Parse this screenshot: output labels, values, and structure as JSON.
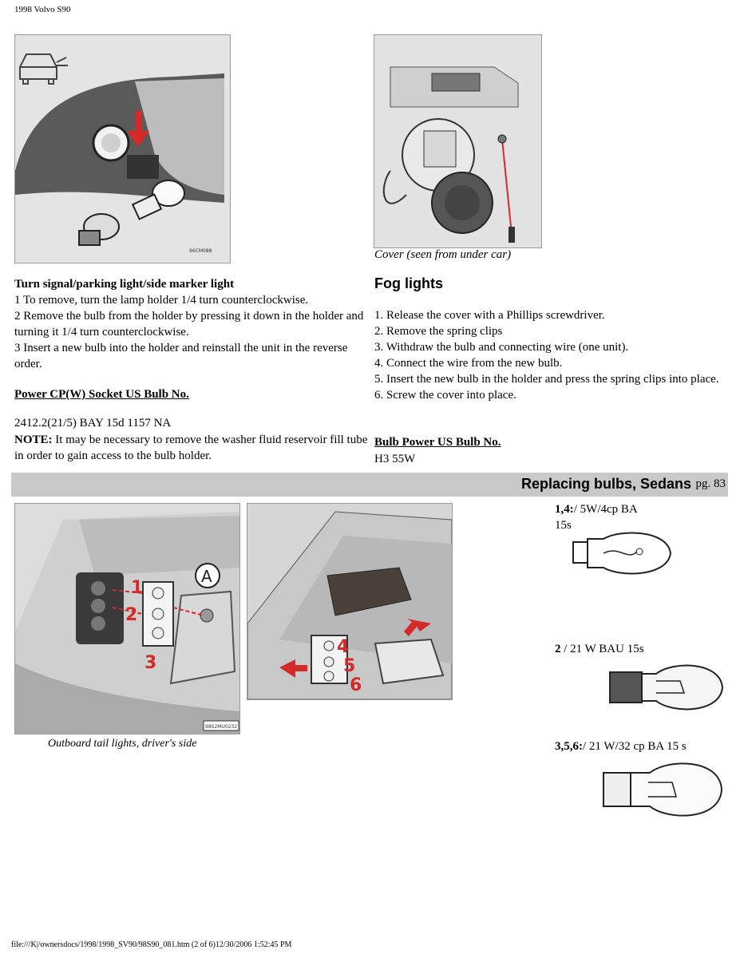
{
  "header": {
    "doc_title": "1998 Volvo S90"
  },
  "footer": {
    "path": "file:///K|/ownersdocs/1998/1998_SV90/98S90_081.htm (2 of 6)12/30/2006 1:52:45 PM"
  },
  "left_section": {
    "image_code": "96CM088",
    "heading": "Turn signal/parking light/side marker light",
    "steps": [
      "1 To remove, turn the lamp holder 1/4 turn counterclockwise.",
      "2 Remove the bulb from the holder by pressing it down in the holder and turning it 1/4 turn counterclockwise.",
      "3 Insert a new bulb into the holder and reinstall the unit in the reverse order."
    ],
    "table_header": "Power CP(W) Socket US Bulb No.",
    "table_row": "2412.2(21/5) BAY 15d 1157 NA",
    "note_label": "NOTE:",
    "note_text": " It may be necessary to remove the washer fluid reservoir fill tube in order to gain access to the bulb holder."
  },
  "right_section": {
    "caption": "Cover (seen from under car)",
    "heading": "Fog lights",
    "steps": [
      "1. Release the cover with a Phillips screwdriver.",
      "2. Remove the spring clips",
      "3. Withdraw the bulb and connecting wire (one unit).",
      "4. Connect the wire from the new bulb.",
      "5. Insert the new bulb in the holder and press the spring clips into place.",
      "6. Screw the cover into place."
    ],
    "table_header": "Bulb Power US Bulb No.",
    "table_row": "H3 55W"
  },
  "section_bar": {
    "title": "Replacing bulbs, Sedans",
    "page": "pg. 83"
  },
  "tail_lights": {
    "image1_labels": [
      "1",
      "2",
      "3",
      "A"
    ],
    "image1_code": "98S2MU0232",
    "image1_caption": "Outboard tail lights, driver's side",
    "image2_labels": [
      "4",
      "5",
      "6"
    ]
  },
  "bulbs": [
    {
      "label": "1,4:",
      "desc": "/ 5W/4cp BA",
      "desc2": "15s"
    },
    {
      "label": "2",
      "desc": " / 21 W BAU 15s"
    },
    {
      "label": "3,5,6:",
      "desc": "/ 21 W/32 cp BA 15 s"
    }
  ],
  "colors": {
    "accent_red": "#d42a2a",
    "bar_bg": "#c8c8c8"
  }
}
